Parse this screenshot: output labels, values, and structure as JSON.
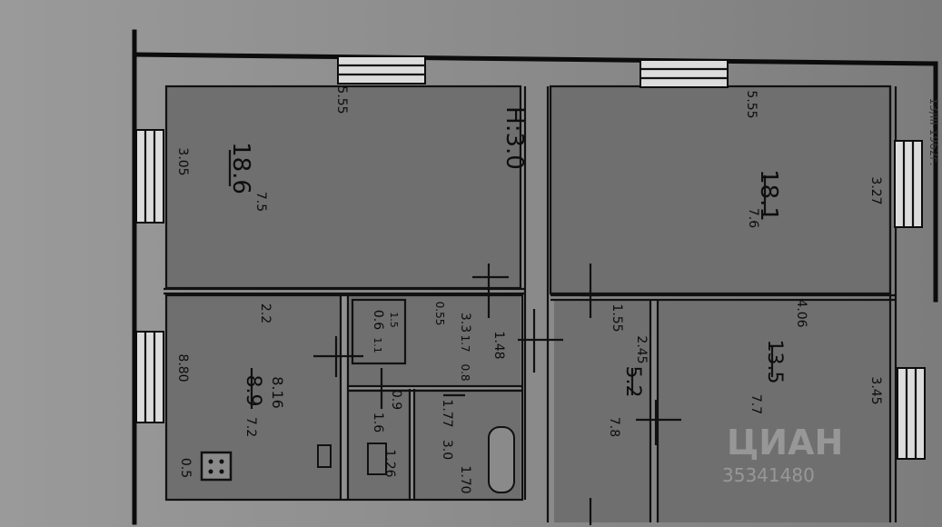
{
  "plan": {
    "ceiling_height": "H:3.0",
    "stamp": "13/III-1962г.",
    "watermark": "ЦИАН",
    "watermark_id": "35341480"
  },
  "rooms": [
    {
      "id": "room-top-left",
      "area": "18.6",
      "dim": "7.5",
      "side_dim": "3.05",
      "top_dim": "5.55"
    },
    {
      "id": "room-top-right",
      "area": "18.1",
      "dim": "7.6",
      "side_dim": "3.27",
      "top_dim": "5.55"
    },
    {
      "id": "kitchen",
      "area": "8.9",
      "area2": "8.16",
      "dim": "7.2",
      "side_dim": "8.80",
      "top_dim": "2.2",
      "stove": "0.5"
    },
    {
      "id": "bathroom",
      "area": "3.0",
      "dim": "1.77",
      "dim2": "1.70"
    },
    {
      "id": "toilet",
      "area": "1.6",
      "dim": "0.9",
      "dim2": "1.26"
    },
    {
      "id": "storage",
      "area": "0.6",
      "dim": "1.5",
      "dim2": "1.1"
    },
    {
      "id": "hall",
      "area": "3.3",
      "dim": "0.55",
      "dim2": "1.48",
      "dim3": "1.7",
      "dim4": "0.8"
    },
    {
      "id": "corridor",
      "area": "5.2",
      "dim": "1.55",
      "dim2": "2.45",
      "dim3": "7.8"
    },
    {
      "id": "room-bottom-right",
      "area": "13.5",
      "dim": "7.7",
      "side_dim": "3.45",
      "top_dim": "4.06"
    }
  ]
}
